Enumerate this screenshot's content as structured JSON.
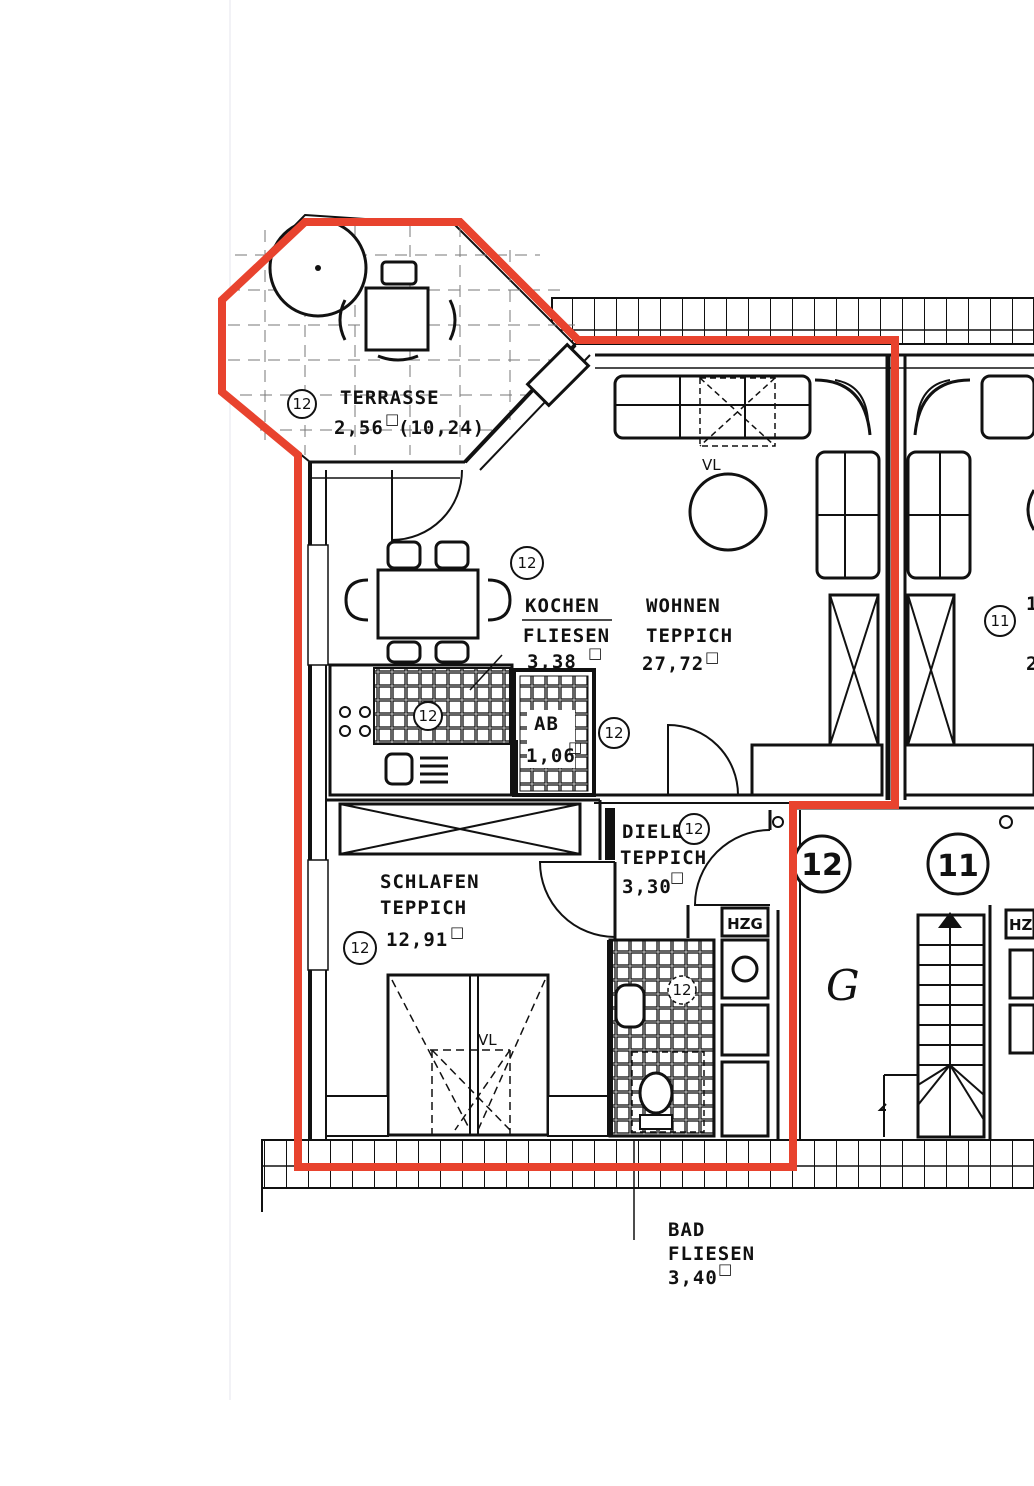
{
  "plan": {
    "units": [
      "12",
      "11"
    ],
    "g_marker": "G",
    "highlight_color": "#e8432e",
    "line_color": "#111111"
  },
  "rooms": {
    "terrasse": {
      "name": "TERRASSE",
      "area": "2,56",
      "area_full": "(10,24)",
      "unit": "12"
    },
    "kochen": {
      "name": "KOCHEN",
      "floor": "FLIESEN",
      "area": "3,38",
      "unit": "12"
    },
    "wohnen": {
      "name": "WOHNEN",
      "floor": "TEPPICH",
      "area": "27,72"
    },
    "ab": {
      "name": "AB",
      "area": "1,06",
      "unit": "12"
    },
    "diele": {
      "name": "DIELE",
      "floor": "TEPPICH",
      "area": "3,30",
      "unit": "12"
    },
    "schlafen": {
      "name": "SCHLAFEN",
      "floor": "TEPPICH",
      "area": "12,91",
      "unit": "12"
    },
    "bad": {
      "name": "BAD",
      "floor": "FLIESEN",
      "area": "3,40",
      "unit": "12"
    },
    "neighbor": {
      "unit": "11",
      "area_partial": "2",
      "label_partial": "1"
    }
  },
  "labels": {
    "hzg": "HZG",
    "vl": "VL",
    "square_mark": "□"
  }
}
